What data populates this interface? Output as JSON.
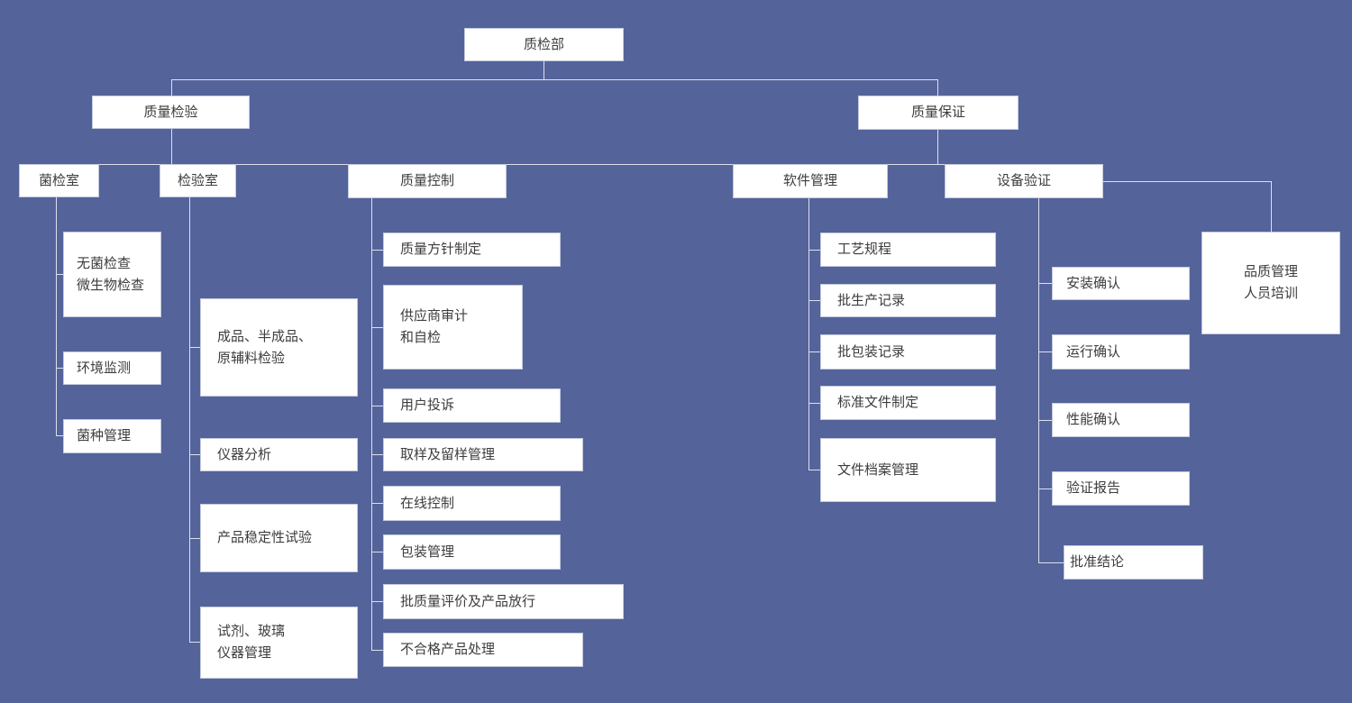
{
  "palette": {
    "background": "#55639B",
    "box_bg": "#FFFFFF",
    "box_border": "#C4CADB",
    "line": "#DCE0EB",
    "text": "#3D3D3D"
  },
  "nodes": {
    "dept": "质检部",
    "quality_testing": "质量检验",
    "quality_assurance": "质量保证",
    "bacteria_room": "菌检室",
    "inspection_room": "检验室",
    "quality_control": "质量控制",
    "software_mgmt": "软件管理",
    "equipment_validation": "设备验证",
    "staff_training": "品质管理\n人员培训",
    "sterile_check": "无菌检查\n微生物检查",
    "env_monitoring": "环境监测",
    "strain_mgmt": "菌种管理",
    "finished_raw_testing": "成品、半成品、\n原辅料检验",
    "instrument_analysis": "仪器分析",
    "stability_test": "产品稳定性试验",
    "reagent_glassware": "试剂、玻璃\n仪器管理",
    "quality_policy": "质量方针制定",
    "supplier_audit": "供应商审计\n和自检",
    "user_complaints": "用户投诉",
    "sampling_retention": "取样及留样管理",
    "online_control": "在线控制",
    "packaging_mgmt": "包装管理",
    "batch_release": "批质量评价及产品放行",
    "nonconforming": "不合格产品处理",
    "process_spec": "工艺规程",
    "batch_production_rec": "批生产记录",
    "batch_packaging_rec": "批包装记录",
    "standard_docs": "标准文件制定",
    "doc_archive": "文件档案管理",
    "installation_q": "安装确认",
    "operation_q": "运行确认",
    "performance_q": "性能确认",
    "validation_report": "验证报告",
    "approval_conclusion": "批准结论"
  }
}
